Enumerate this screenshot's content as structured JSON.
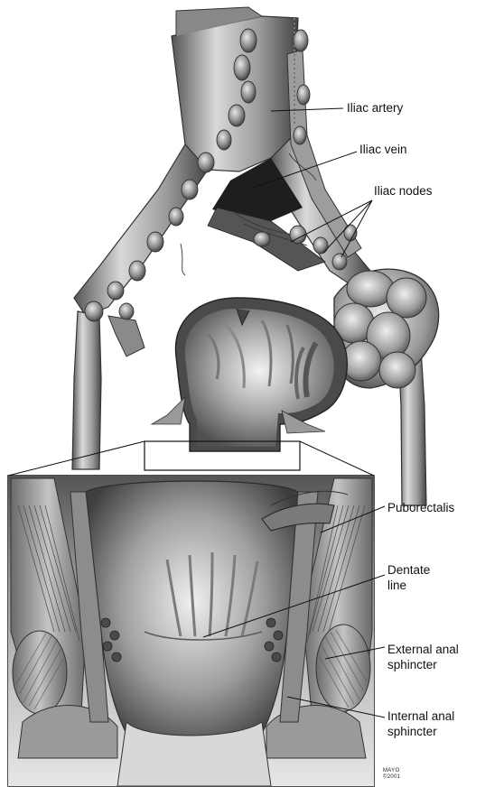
{
  "labels": {
    "iliac_artery": "Iliac artery",
    "iliac_vein": "Iliac vein",
    "iliac_nodes": "Iliac nodes",
    "puborectalis": "Puborectalis",
    "dentate_line_1": "Dentate",
    "dentate_line_2": "line",
    "external_anal_1": "External anal",
    "external_anal_2": "sphincter",
    "internal_anal_1": "Internal anal",
    "internal_anal_2": "sphincter"
  },
  "credit": {
    "line1": "MAYO",
    "line2": "©2001"
  }
}
